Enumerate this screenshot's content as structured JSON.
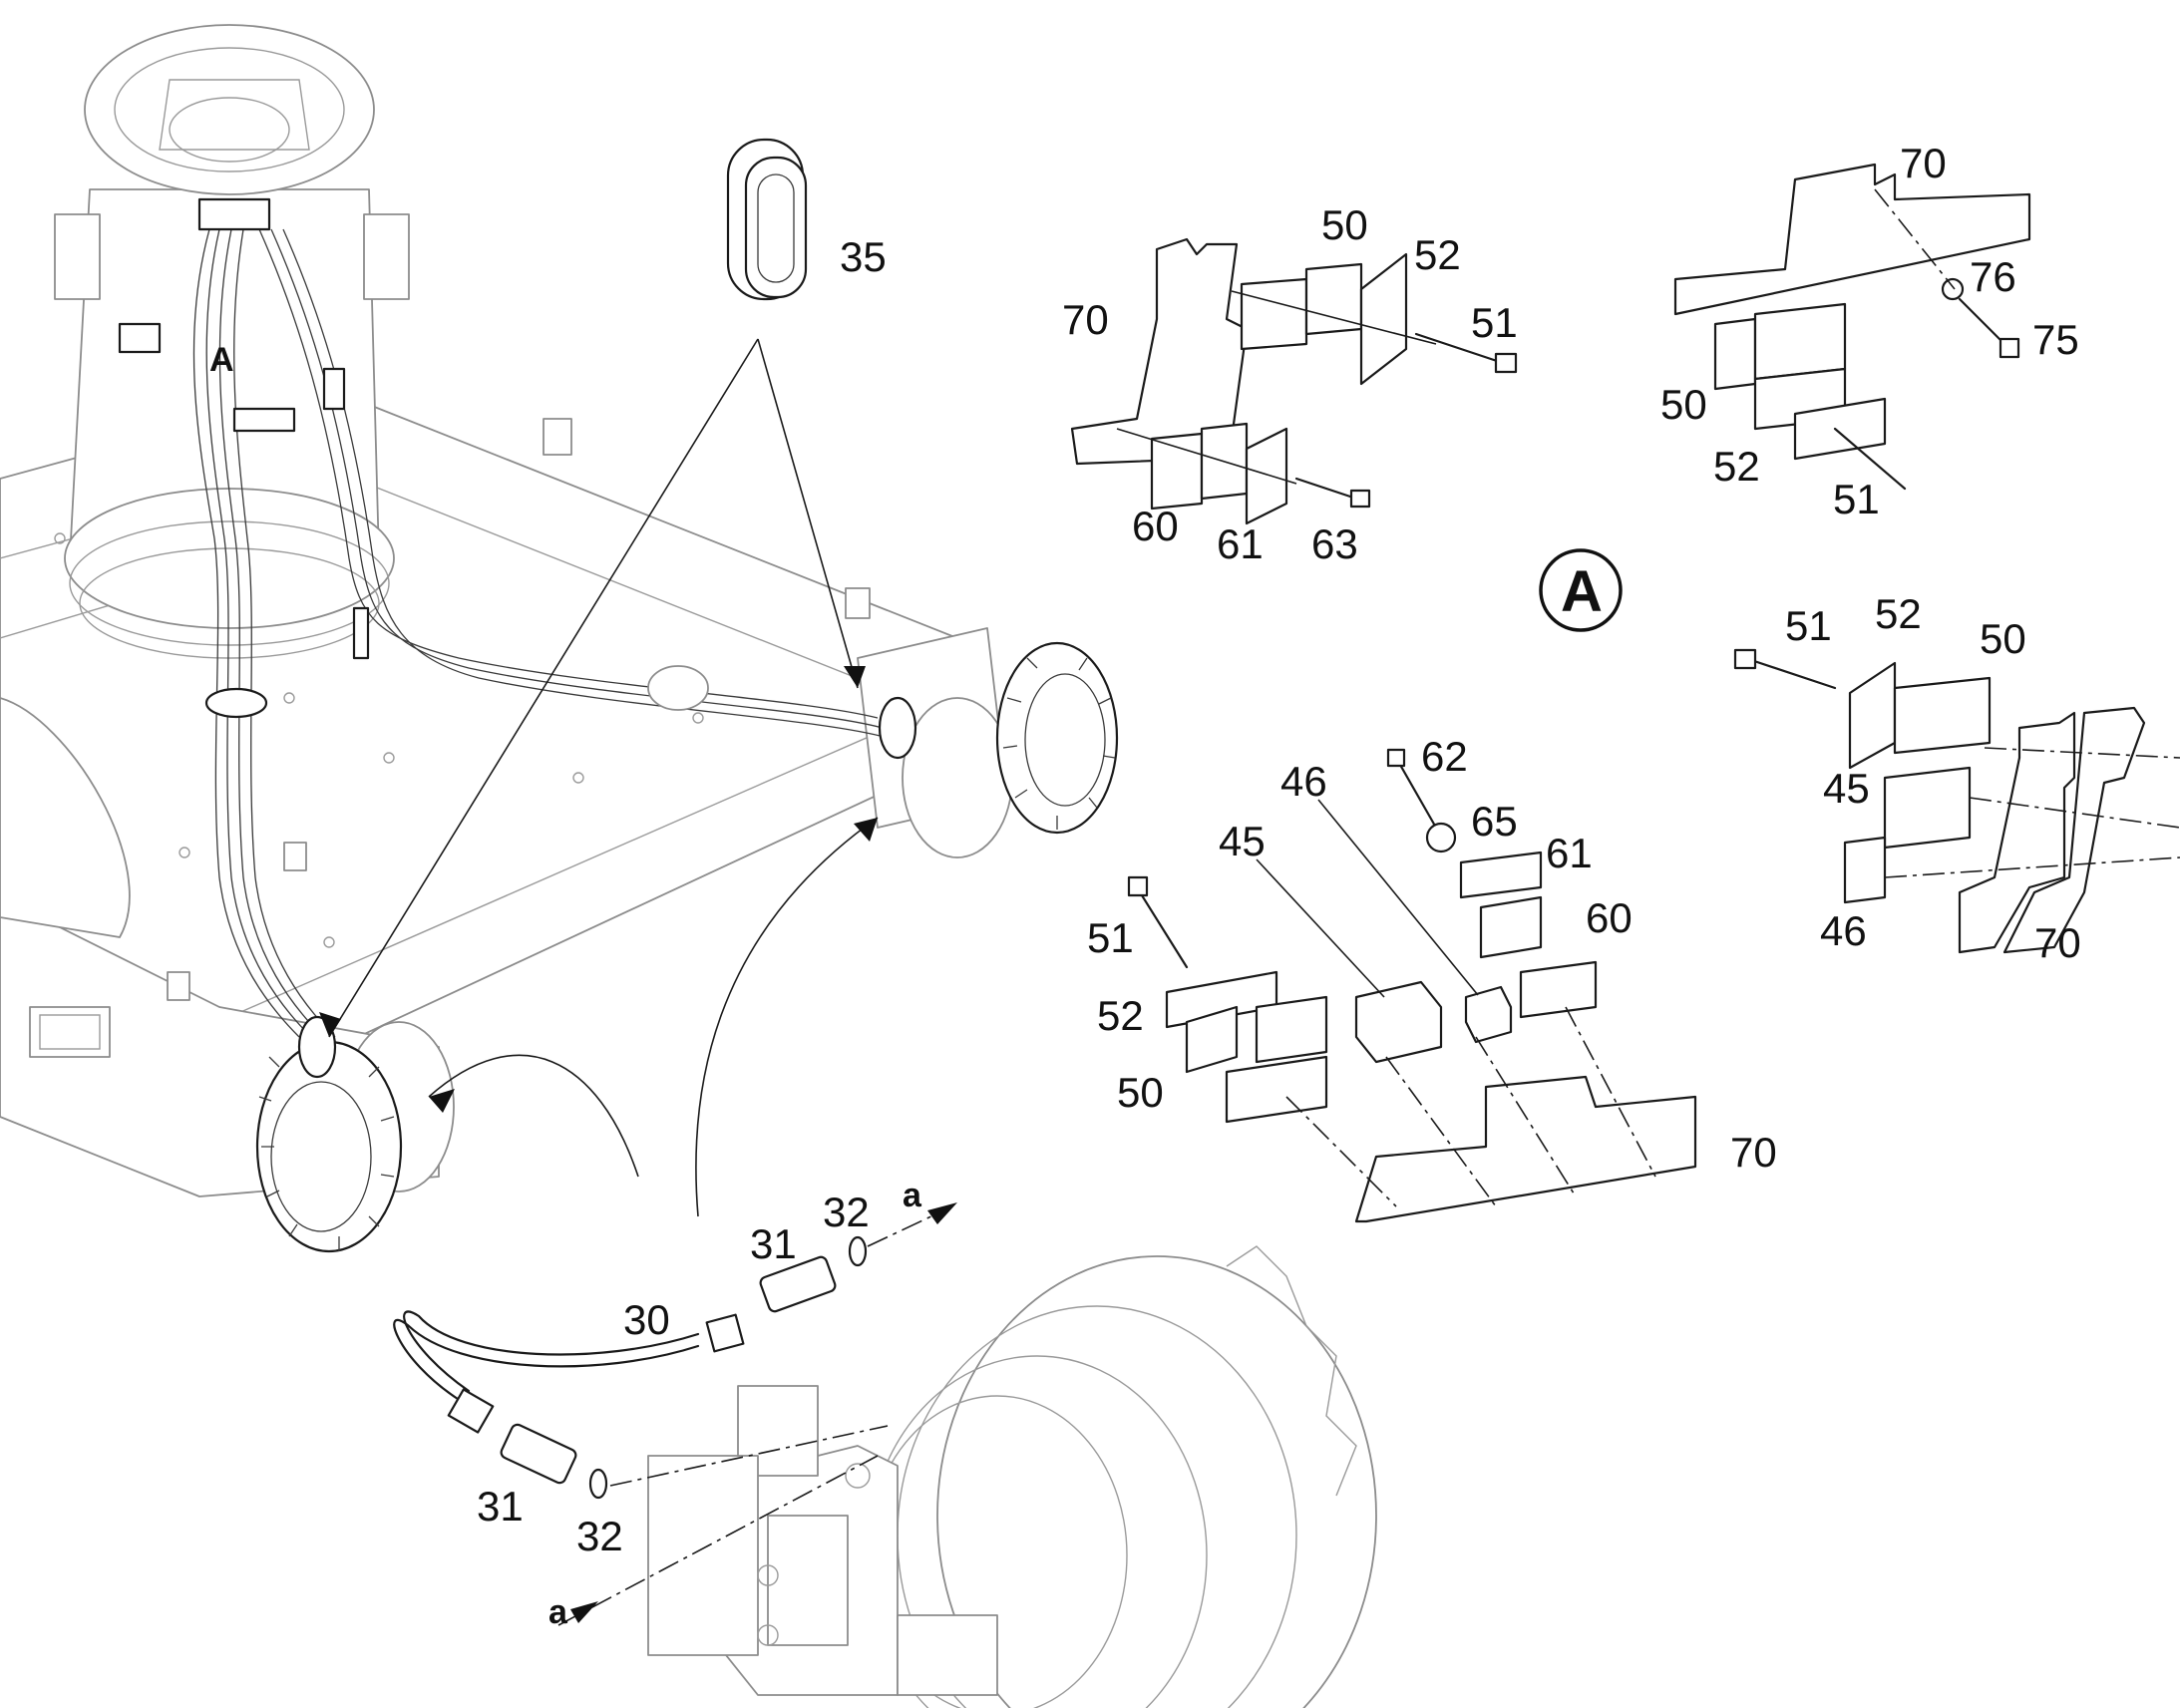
{
  "callouts": {
    "c35": "35",
    "c70_top": "70",
    "c50_top": "50",
    "c52_top": "52",
    "c51_top": "51",
    "c60_top": "60",
    "c61_top": "61",
    "c63_top": "63",
    "c70_right": "70",
    "c76": "76",
    "c75": "75",
    "c50_right": "50",
    "c52_right": "52",
    "c51_right": "51",
    "c51_mid": "51",
    "c52_mid": "52",
    "c50_mid": "50",
    "c45_mid": "45",
    "c46_mid": "46",
    "c70_mid": "70",
    "c62": "62",
    "c46_center": "46",
    "c65": "65",
    "c45_center": "45",
    "c61_center": "61",
    "c60_center": "60",
    "c51_center": "51",
    "c52_center": "52",
    "c50_center": "50",
    "c70_center": "70",
    "c32_top": "32",
    "c31_top": "31",
    "c30": "30",
    "c31_bottom": "31",
    "c32_bottom": "32"
  },
  "markers": {
    "arrow_a_top": "a",
    "arrow_a_bottom": "a",
    "detail_ref": "A",
    "detail_circle": "A"
  }
}
